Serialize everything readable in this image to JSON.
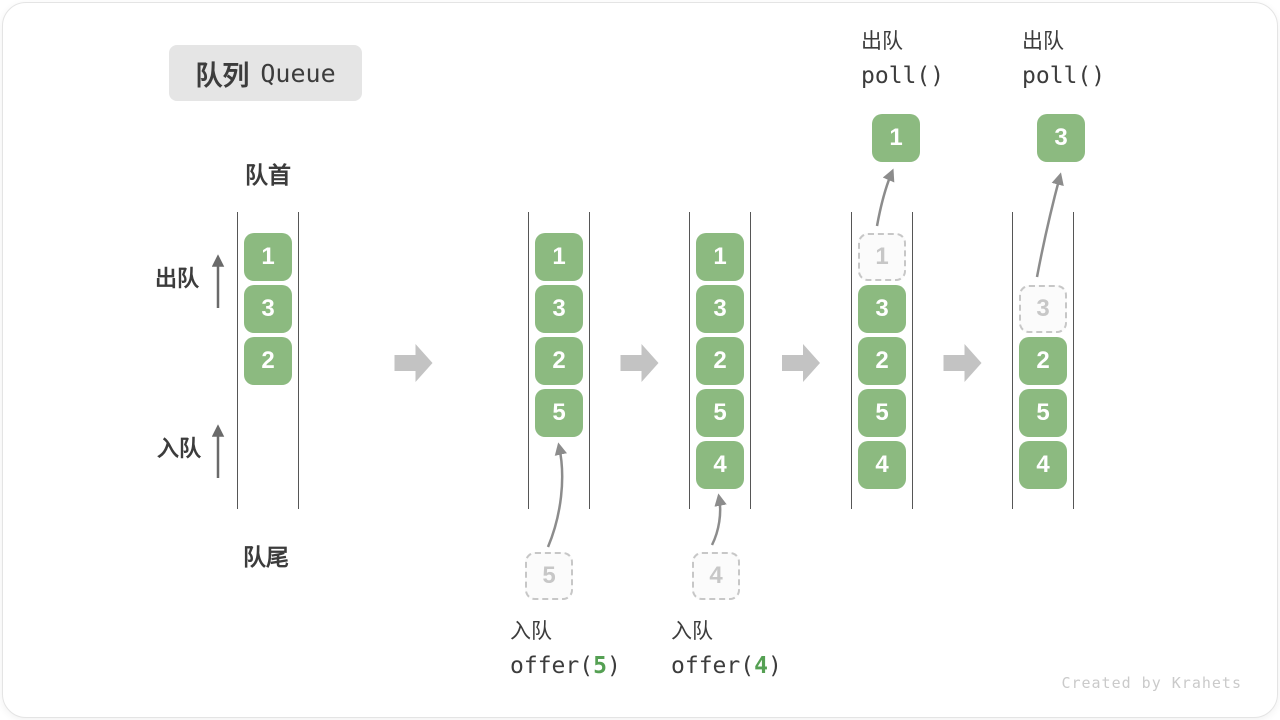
{
  "title": {
    "zh": "队列",
    "en": "Queue"
  },
  "labels": {
    "front": "队首",
    "rear": "队尾",
    "dequeue": "出队",
    "enqueue": "入队"
  },
  "watermark": "Created by Krahets",
  "colors": {
    "box_green": "#8cba80",
    "box_text": "#ffffff",
    "ghost": "#c7c7c7",
    "text_dark": "#3c3c3c",
    "code_green": "#55a053",
    "flow_arrow": "#c3c3c3",
    "rail": "#565656",
    "curve_arrow": "#8c8c8c",
    "side_arrow": "#6a6a6a",
    "title_bg": "#e5e5e5",
    "watermark": "#cacaca"
  },
  "states": [
    {
      "slots": [
        {
          "kind": "box",
          "v": "1"
        },
        {
          "kind": "box",
          "v": "3"
        },
        {
          "kind": "box",
          "v": "2"
        }
      ]
    },
    {
      "slots": [
        {
          "kind": "box",
          "v": "1"
        },
        {
          "kind": "box",
          "v": "3"
        },
        {
          "kind": "box",
          "v": "2"
        },
        {
          "kind": "box",
          "v": "5"
        }
      ],
      "incoming": "5",
      "op_bottom": {
        "label": "入队",
        "code_pre": "offer(",
        "code_arg": "5",
        "code_post": ")"
      }
    },
    {
      "slots": [
        {
          "kind": "box",
          "v": "1"
        },
        {
          "kind": "box",
          "v": "3"
        },
        {
          "kind": "box",
          "v": "2"
        },
        {
          "kind": "box",
          "v": "5"
        },
        {
          "kind": "box",
          "v": "4"
        }
      ],
      "incoming": "4",
      "op_bottom": {
        "label": "入队",
        "code_pre": "offer(",
        "code_arg": "4",
        "code_post": ")"
      }
    },
    {
      "slots": [
        {
          "kind": "ghost",
          "v": "1"
        },
        {
          "kind": "box",
          "v": "3"
        },
        {
          "kind": "box",
          "v": "2"
        },
        {
          "kind": "box",
          "v": "5"
        },
        {
          "kind": "box",
          "v": "4"
        }
      ],
      "popped": "1",
      "op_top": {
        "label": "出队",
        "code": "poll()"
      }
    },
    {
      "slots": [
        {
          "kind": "empty"
        },
        {
          "kind": "ghost",
          "v": "3"
        },
        {
          "kind": "box",
          "v": "2"
        },
        {
          "kind": "box",
          "v": "5"
        },
        {
          "kind": "box",
          "v": "4"
        }
      ],
      "popped": "3",
      "op_top": {
        "label": "出队",
        "code": "poll()"
      }
    }
  ]
}
